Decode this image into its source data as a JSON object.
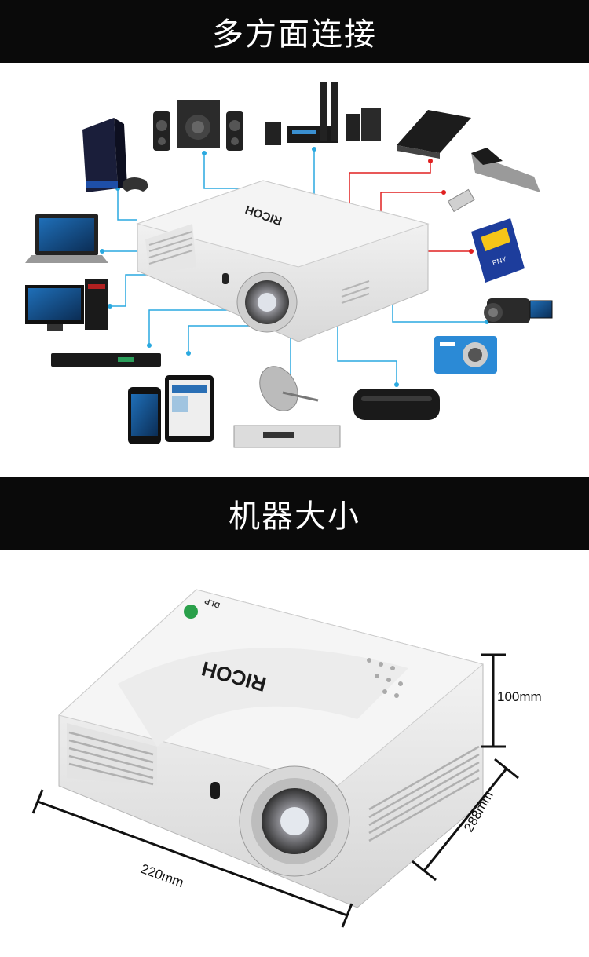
{
  "sections": {
    "connect_title": "多方面连接",
    "size_title": "机器大小"
  },
  "brand": {
    "logo": "RICOH",
    "dlp": "DLP"
  },
  "dimensions": {
    "height": "100mm",
    "width": "220mm",
    "depth": "288mm"
  },
  "devices": {
    "left": [
      "game-console",
      "laptop",
      "desktop-pc",
      "dvd-player",
      "smartphone",
      "tablet"
    ],
    "top": [
      "speaker-system",
      "home-theater"
    ],
    "right": [
      "hard-drive",
      "usb-flash-drive",
      "sd-card",
      "camcorder",
      "digital-camera"
    ],
    "bottom": [
      "satellite-receiver",
      "tv-box"
    ]
  },
  "colors": {
    "banner_bg": "#0a0a0a",
    "connector_blue": "#2aa9e0",
    "connector_red": "#e02020"
  }
}
